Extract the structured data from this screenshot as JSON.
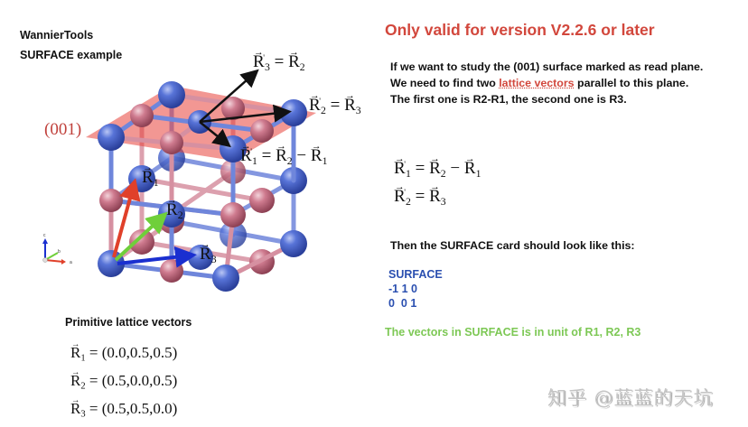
{
  "header": {
    "app_title": "WannierTools",
    "subtitle": "SURFACE example"
  },
  "headline": "Only valid for version V2.2.6 or later",
  "intro": {
    "line1": "If we want to study the (001) surface marked as read plane.",
    "line2_before": "We need to find two ",
    "line2_link": "lattice vectors",
    "line2_after": " parallel to this plane.",
    "line3": "The first one is R2-R1, the second one is R3."
  },
  "diagram": {
    "plane_label": "(001)",
    "plane_color": "#e8413a",
    "atom_blue": "#3f5fc9",
    "atom_pink": "#c46a80",
    "vector_colors": {
      "R1": "#e0402a",
      "R2": "#6fcf3a",
      "R3": "#1a2fd0",
      "new": "#111111"
    },
    "labels": {
      "r3_new": {
        "lhs": "R",
        "lhs_sub": "3",
        "lhs_sup": "'",
        "eq": " = ",
        "rhs": "R",
        "rhs_sub": "2"
      },
      "r2_new": {
        "lhs": "R",
        "lhs_sub": "2",
        "lhs_sup": "'",
        "eq": " = ",
        "rhs": "R",
        "rhs_sub": "3"
      },
      "r1_new": {
        "lhs": "R",
        "lhs_sub": "1",
        "lhs_sup": "'",
        "eq": " = ",
        "rhs": "R",
        "rhs_sub": "2",
        "op": " − ",
        "rhs2": "R",
        "rhs2_sub": "1"
      },
      "r1": {
        "sym": "R",
        "sub": "1"
      },
      "r2": {
        "sym": "R",
        "sub": "2"
      },
      "r3": {
        "sym": "R",
        "sub": "3"
      }
    },
    "axes": {
      "a": "a",
      "b": "b",
      "c": "c"
    }
  },
  "equations": {
    "eq1": {
      "lhs": "R",
      "lhs_sub": "1",
      "lhs_sup": "'",
      "eq": " = ",
      "rhs": "R",
      "rhs_sub": "2",
      "op": " − ",
      "rhs2": "R",
      "rhs2_sub": "1"
    },
    "eq2": {
      "lhs": "R",
      "lhs_sub": "2",
      "lhs_sup": "'",
      "eq": " = ",
      "rhs": "R",
      "rhs_sub": "3"
    }
  },
  "surface_card": {
    "intro": "Then the SURFACE card should look like this:",
    "keyword": "SURFACE",
    "row1": "-1 1 0",
    "row2": "0  0 1",
    "note": "The vectors in SURFACE is in unit of R1, R2, R3"
  },
  "primitive": {
    "title": "Primitive lattice vectors",
    "vectors": [
      {
        "sym": "R",
        "sub": "1",
        "value": " = (0.0,0.5,0.5)"
      },
      {
        "sym": "R",
        "sub": "2",
        "value": " = (0.5,0.0,0.5)"
      },
      {
        "sym": "R",
        "sub": "3",
        "value": " = (0.5,0.5,0.0)"
      }
    ]
  },
  "watermark": "知乎 @蓝蓝的天坑"
}
